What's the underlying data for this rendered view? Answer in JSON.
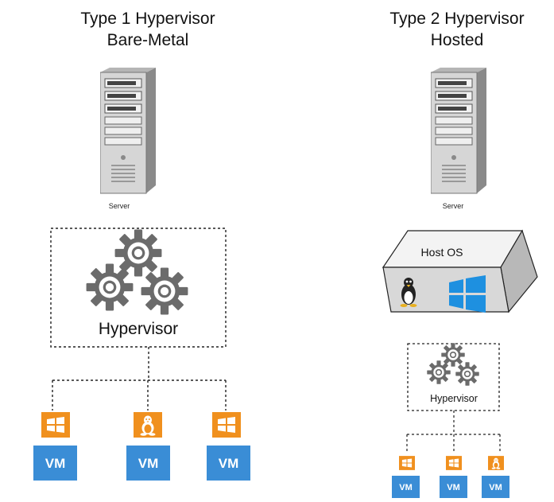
{
  "type1": {
    "title_line1": "Type 1 Hypervisor",
    "title_line2": "Bare-Metal",
    "server_label": "Server",
    "hypervisor_label": "Hypervisor",
    "vms": [
      {
        "os": "windows",
        "label": "VM"
      },
      {
        "os": "linux",
        "label": "VM"
      },
      {
        "os": "windows",
        "label": "VM"
      }
    ]
  },
  "type2": {
    "title_line1": "Type 2 Hypervisor",
    "title_line2": "Hosted",
    "server_label": "Server",
    "host_os_label": "Host OS",
    "hypervisor_label": "Hypervisor",
    "vms": [
      {
        "os": "windows",
        "label": "VM"
      },
      {
        "os": "windows",
        "label": "VM"
      },
      {
        "os": "linux",
        "label": "VM"
      }
    ]
  },
  "colors": {
    "os_badge": "#F0901E",
    "vm_box": "#3A8DD6",
    "gear": "#6B6B6B",
    "server_body": "#D8D8D8",
    "windows_logo": "#1E90E0"
  }
}
